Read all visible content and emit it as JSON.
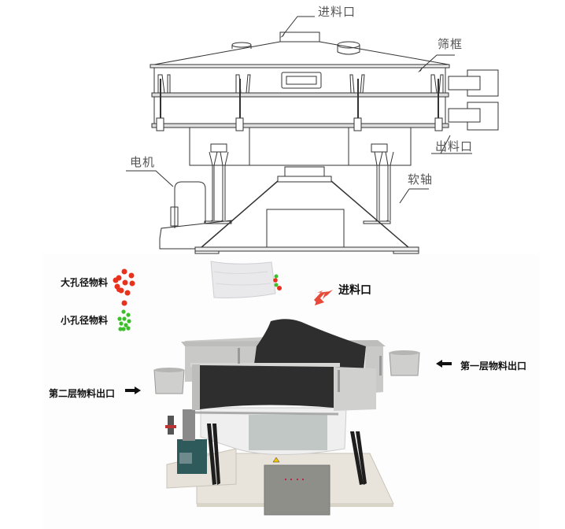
{
  "drawing": {
    "title": "Tumbler screen structure drawing",
    "labels": {
      "inlet": "进料口",
      "screen_frame": "筛框",
      "outlet": "出料口",
      "motor": "电机",
      "soft_shaft": "软轴"
    }
  },
  "photo": {
    "labels": {
      "large_material": "大孔径物料",
      "small_material": "小孔径物料",
      "inlet": "进料口",
      "first_outlet": "第一层物料出口",
      "second_outlet": "第二层物料出口"
    },
    "colors": {
      "large_particle": "#e8321e",
      "small_particle": "#3cbf2a",
      "arrow_inlet": "#e84a3a",
      "arrow_outlet": "#111111",
      "screen_mesh": "#2e2e2e",
      "steel": "#c9c9c7",
      "base": "#e8e4dc",
      "soft_shaft": "#1e1e1e",
      "motor": "#2f5a5c"
    }
  }
}
